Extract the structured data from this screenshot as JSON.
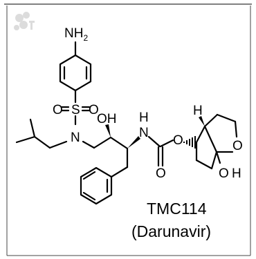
{
  "figure": {
    "top_rule": true,
    "border_color": "#000000",
    "watermark_icon": "logo-watermark-icon"
  },
  "atoms": {
    "nh2_n": "NH",
    "nh2_sub": "2",
    "s": "S",
    "o_left": "O",
    "o_right": "O",
    "n_sulfonamide": "N",
    "oh": "OH",
    "nh_h": "H",
    "nh_n": "N",
    "carbamate_o_ester": "O",
    "carbamate_o_carbonyl": "O",
    "h_top": "H",
    "o_ring_top": "O",
    "o_ring_bottom": "O",
    "h_bottom": "H"
  },
  "caption": {
    "name": "TMC114",
    "common_name": "(Darunavir)"
  }
}
